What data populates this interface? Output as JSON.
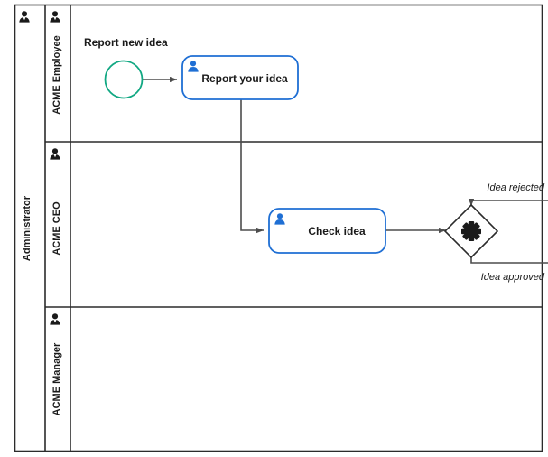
{
  "diagram": {
    "type": "bpmn-process-diagram",
    "pool": {
      "name": "Administrator",
      "icon": "person-icon"
    },
    "lanes": [
      {
        "id": "lane-acme-employee",
        "name": "ACME Employee",
        "icon": "person-icon"
      },
      {
        "id": "lane-acme-ceo",
        "name": "ACME CEO",
        "icon": "person-icon"
      },
      {
        "id": "lane-acme-manager",
        "name": "ACME Manager",
        "icon": "person-icon"
      }
    ],
    "nodes": {
      "start_event": {
        "id": "start-event-report-new-idea",
        "label": "Report new idea",
        "shape": "circle",
        "stroke_color": "#12a883"
      },
      "task_report": {
        "id": "task-report-your-idea",
        "label": "Report your idea",
        "shape": "rounded-rectangle",
        "marker": "user-task-icon",
        "stroke_color": "#1f6fd4"
      },
      "task_check": {
        "id": "task-check-idea",
        "label": "Check idea",
        "shape": "rounded-rectangle",
        "marker": "user-task-icon",
        "stroke_color": "#1f6fd4"
      },
      "gateway": {
        "id": "gateway-idea-decision",
        "label": "",
        "shape": "diamond",
        "marker": "complex-gateway-asterisk-icon",
        "stroke_color": "#2b2b2b"
      }
    },
    "flows": [
      {
        "id": "flow-start-to-report",
        "label": ""
      },
      {
        "id": "flow-report-to-check",
        "label": ""
      },
      {
        "id": "flow-check-to-gateway",
        "label": ""
      },
      {
        "id": "flow-gateway-rejected",
        "label": "Idea rejected"
      },
      {
        "id": "flow-gateway-approved",
        "label": "Idea approved"
      }
    ]
  }
}
